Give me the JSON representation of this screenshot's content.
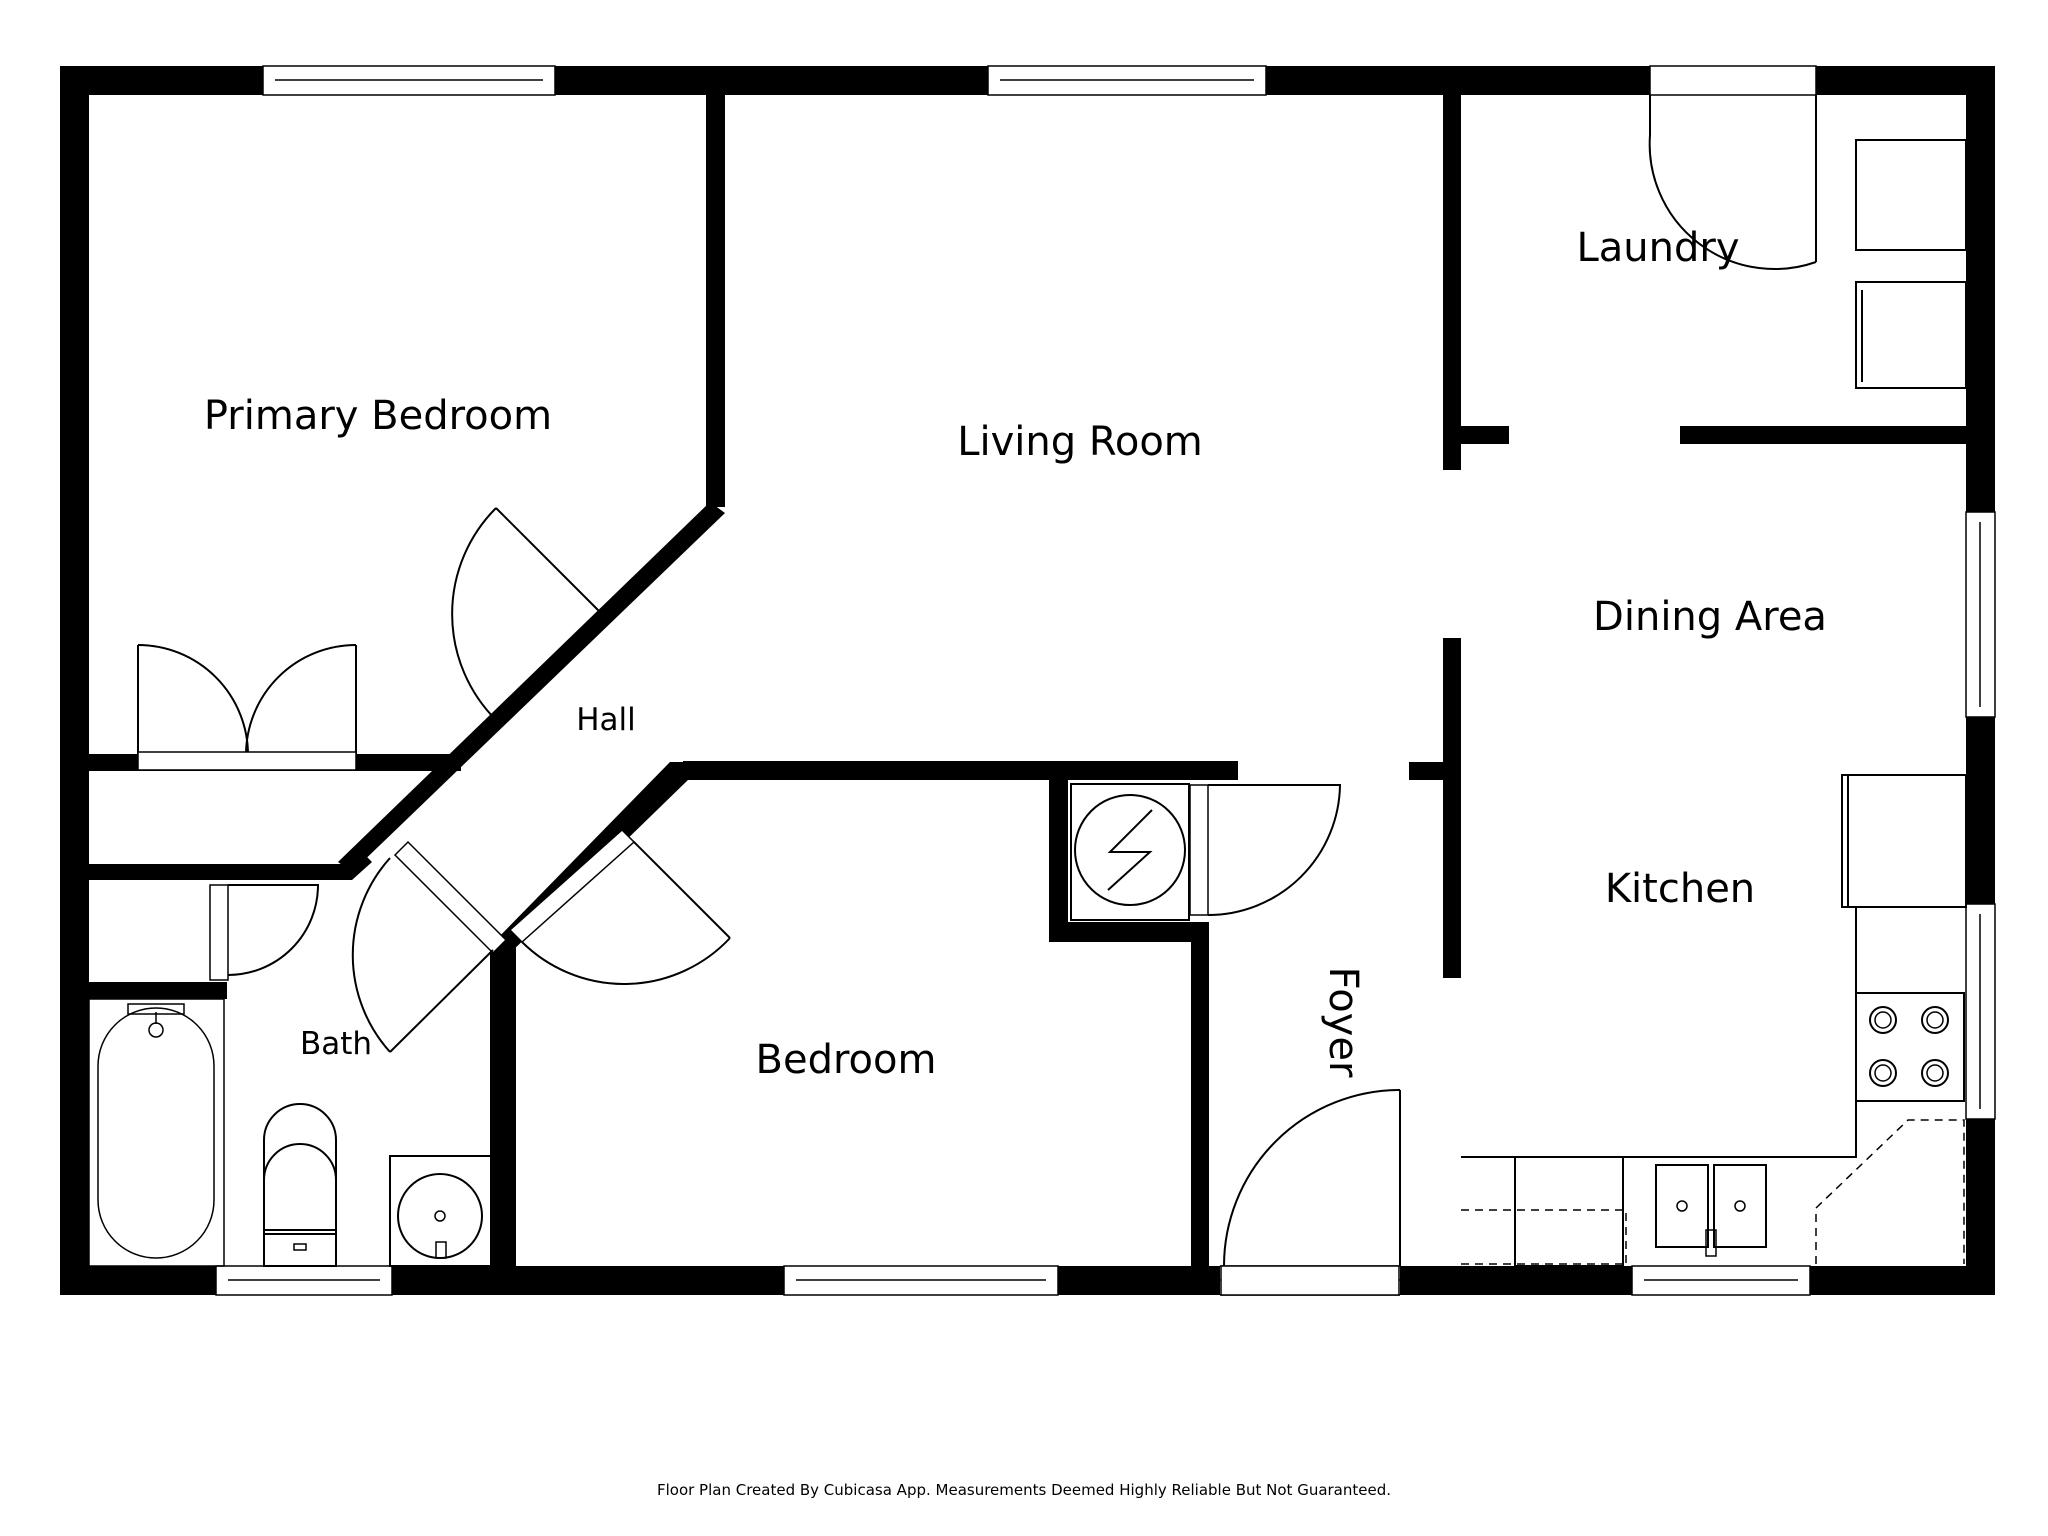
{
  "rooms": {
    "primary_bedroom": "Primary Bedroom",
    "living_room": "Living Room",
    "laundry": "Laundry",
    "dining_area": "Dining Area",
    "hall": "Hall",
    "kitchen": "Kitchen",
    "bath": "Bath",
    "bedroom": "Bedroom",
    "foyer": "Foyer"
  },
  "footer": {
    "note": "Floor Plan Created By Cubicasa App. Measurements Deemed Highly Reliable But Not Guaranteed."
  },
  "colors": {
    "wall": "#000000",
    "background": "#ffffff"
  }
}
